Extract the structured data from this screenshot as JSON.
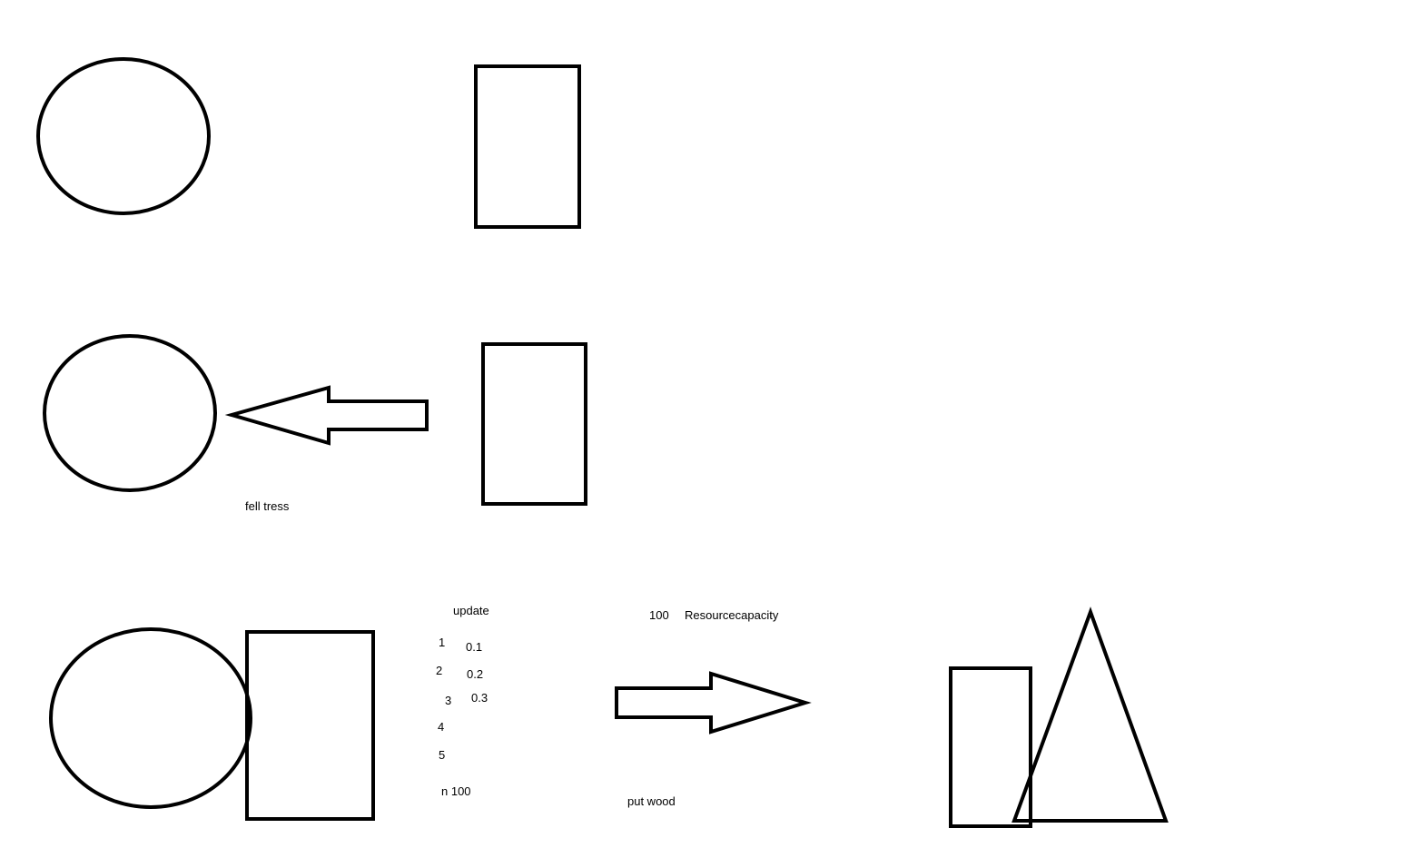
{
  "colors": {
    "stroke": "#000000",
    "background": "#ffffff"
  },
  "labels": {
    "fell_trees": "fell tress",
    "update": "update",
    "n1": "1",
    "n2": "2",
    "n3": "3",
    "n4": "4",
    "n5": "5",
    "v1": "0.1",
    "v2": "0.2",
    "v3": "0.3",
    "n100": "n 100",
    "capacity_value": "100",
    "capacity_label": "Resourcecapacity",
    "put_wood": "put wood"
  }
}
